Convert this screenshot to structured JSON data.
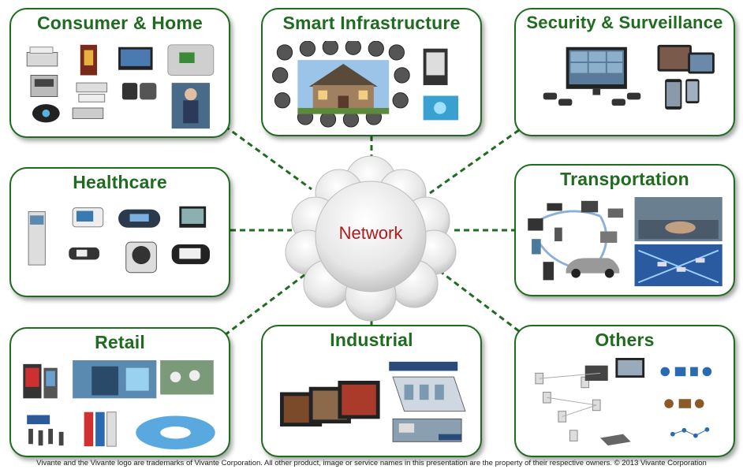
{
  "center": {
    "label": "Network"
  },
  "panels": {
    "consumer": {
      "title": "Consumer & Home"
    },
    "smart": {
      "title": "Smart Infrastructure"
    },
    "security": {
      "title": "Security & Surveillance"
    },
    "healthcare": {
      "title": "Healthcare"
    },
    "transportation": {
      "title": "Transportation"
    },
    "retail": {
      "title": "Retail"
    },
    "industrial": {
      "title": "Industrial"
    },
    "others": {
      "title": "Others"
    }
  },
  "footer": "Vivante and  the Vivante logo are trademarks of Vivante Corporation. All other product, image or service names in this presentation are the property of their respective owners. © 2013 Vivante Corporation",
  "colors": {
    "panel_border": "#1f6b1f",
    "title": "#1f6b1f",
    "network_text": "#b01a1a",
    "connector": "#1f6b1f"
  }
}
